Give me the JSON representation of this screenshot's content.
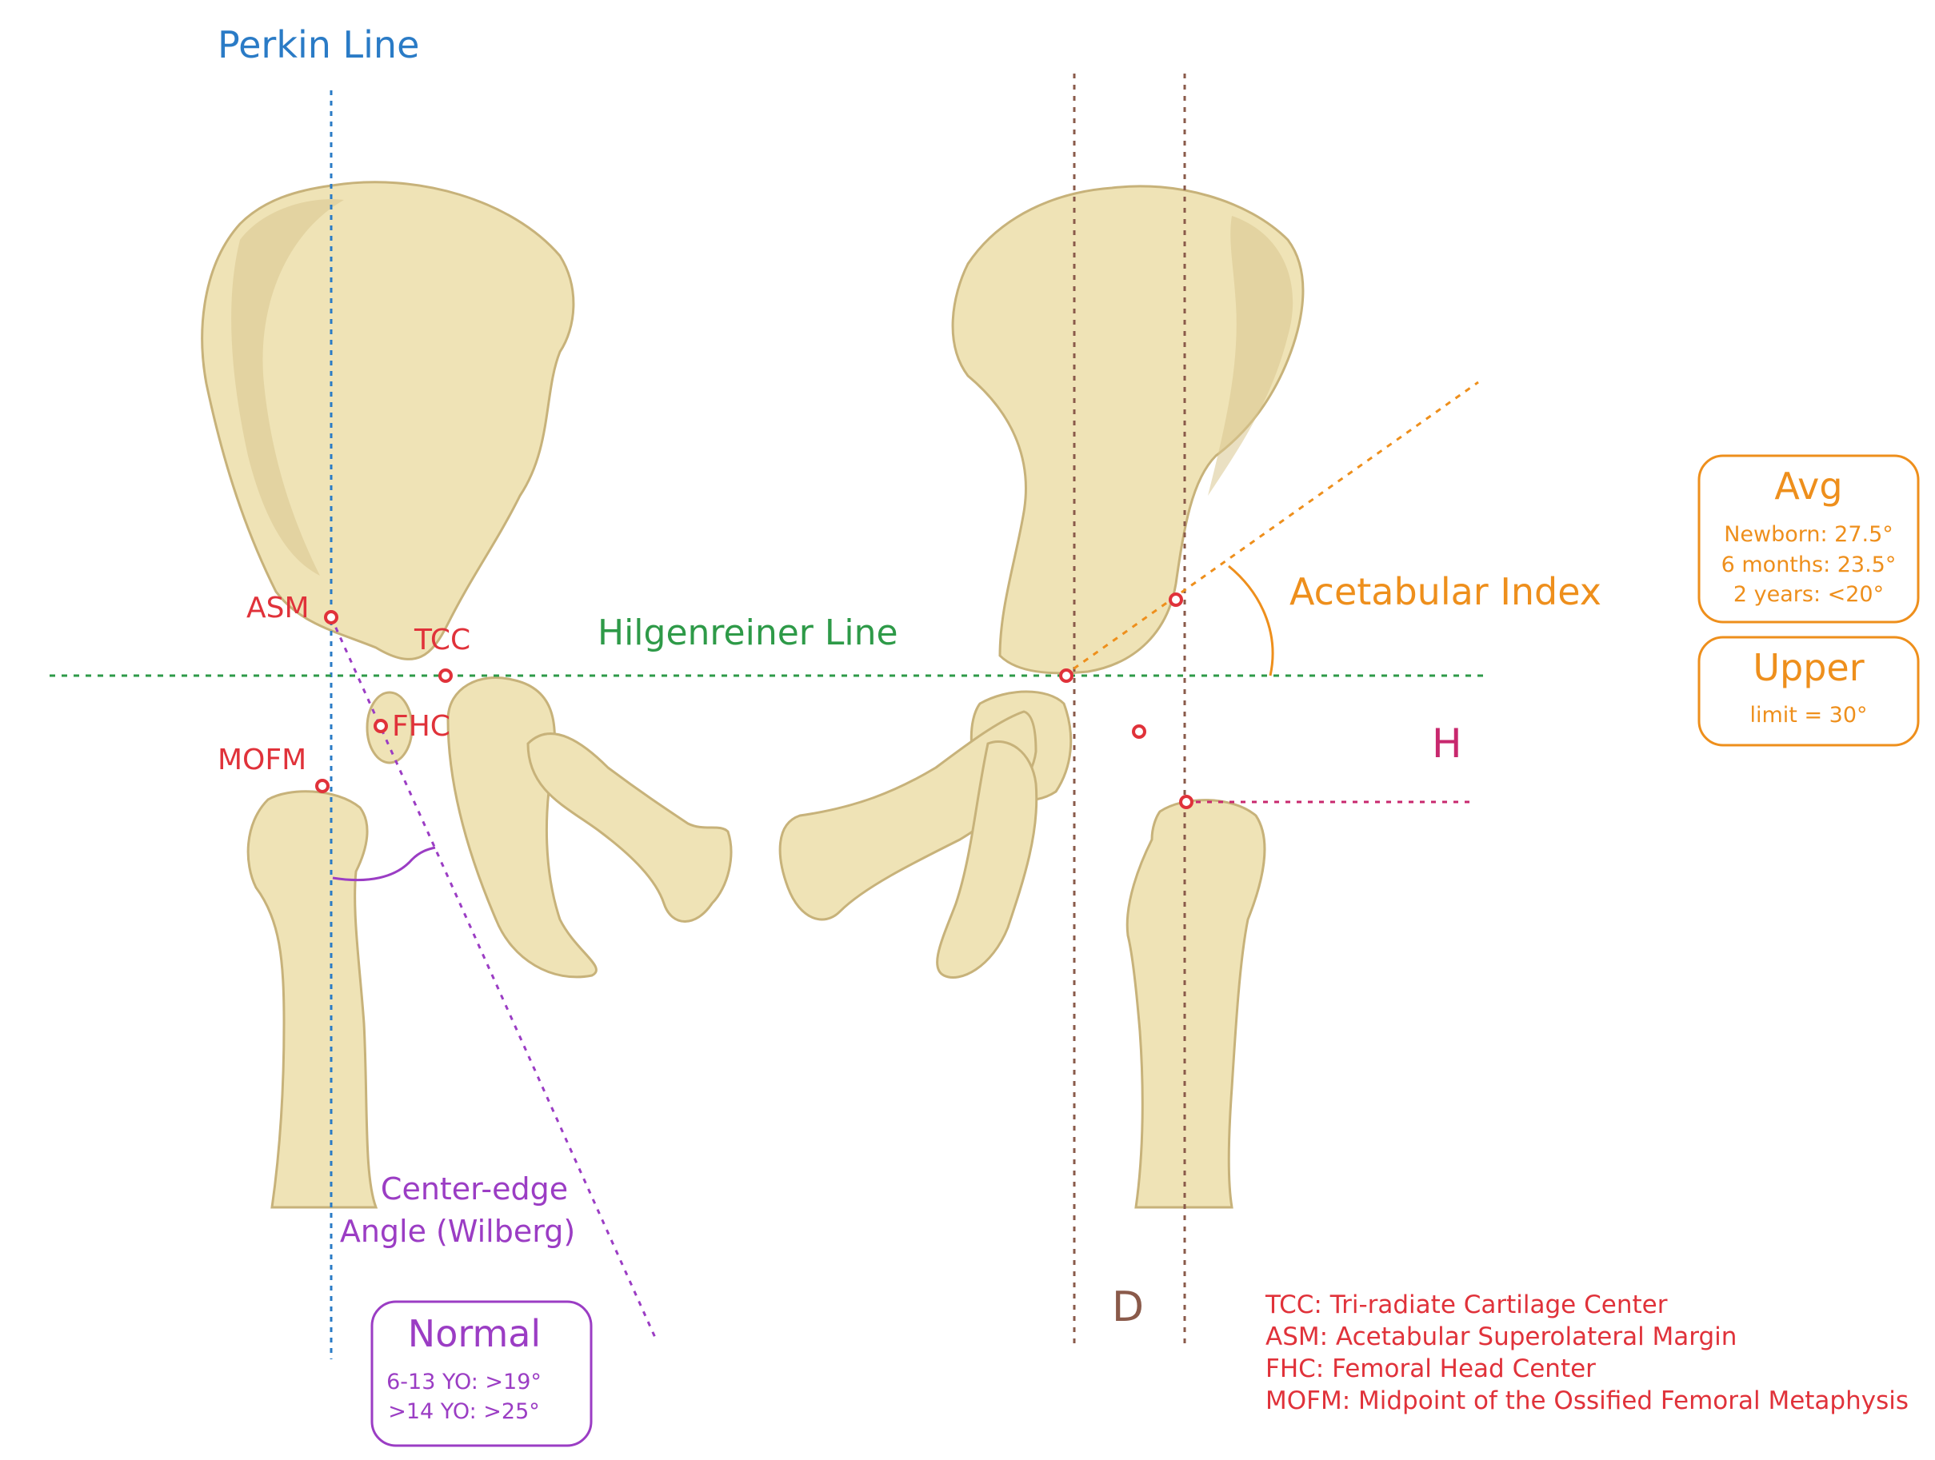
{
  "labels": {
    "perkin_line": "Perkin Line",
    "hilgenreiner_line": "Hilgenreiner Line",
    "acetabular_index": "Acetabular Index",
    "center_edge_line1": "Center-edge",
    "center_edge_line2": "Angle (Wilberg)",
    "h": "H",
    "d": "D"
  },
  "points": {
    "asm": "ASM",
    "tcc": "TCC",
    "fhc": "FHC",
    "mofm": "MOFM"
  },
  "avg_box": {
    "title": "Avg",
    "line1": "Newborn: 27.5°",
    "line2": "6 months: 23.5°",
    "line3": "2 years: <20°"
  },
  "upper_box": {
    "title": "Upper",
    "line1": "limit = 30°"
  },
  "normal_box": {
    "title": "Normal",
    "line1": "6-13 YO: >19°",
    "line2": ">14 YO: >25°"
  },
  "legend": [
    "TCC: Tri-radiate Cartilage Center",
    "ASM: Acetabular Superolateral Margin",
    "FHC: Femoral Head Center",
    "MOFM: Midpoint of the Ossified Femoral Metaphysis"
  ],
  "colors": {
    "perkin_blue": "#2a7bc6",
    "hilgenreiner_green": "#2e9a48",
    "acetabular_orange": "#ee8f1c",
    "center_edge_purple": "#9b3dc4",
    "point_red": "#e0323a",
    "d_lines_brown": "#8a5a4a",
    "h_line_pink": "#c8286e",
    "bone": "#efe3b6"
  }
}
